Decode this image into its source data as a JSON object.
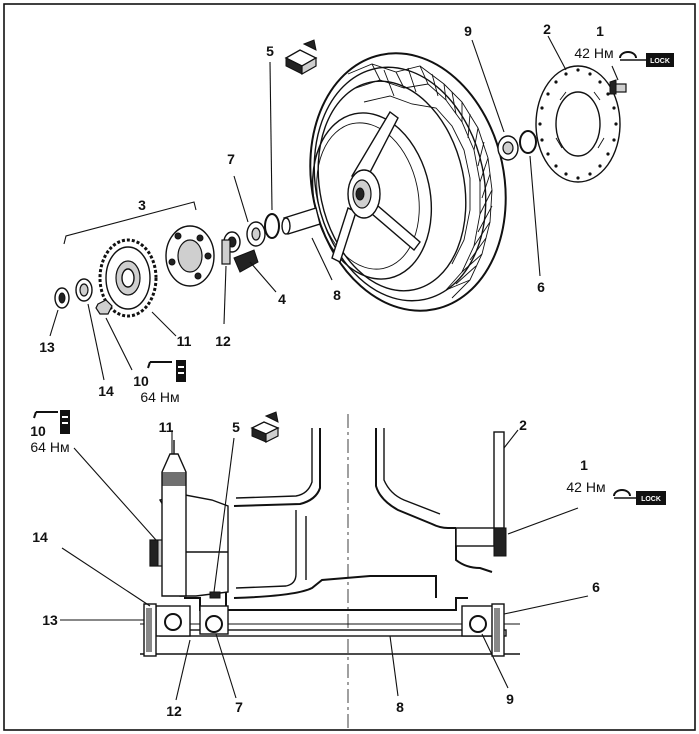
{
  "top": {
    "labels": {
      "l1": "1",
      "l2": "2",
      "l3": "3",
      "l4": "4",
      "l5": "5",
      "l6": "6",
      "l7": "7",
      "l8": "8",
      "l9": "9",
      "l10": "10",
      "l11": "11",
      "l12": "12",
      "l13": "13",
      "l14": "14"
    },
    "torque_1": "42 Нм",
    "torque_10": "64 Нм",
    "lock_text": "LOCK"
  },
  "bottom": {
    "labels": {
      "l1": "1",
      "l2": "2",
      "l5": "5",
      "l6": "6",
      "l7": "7",
      "l8": "8",
      "l9": "9",
      "l10": "10",
      "l11": "11",
      "l12": "12",
      "l13": "13",
      "l14": "14"
    },
    "torque_1": "42 Нм",
    "torque_10": "64 Нм",
    "lock_text": "LOCK"
  }
}
